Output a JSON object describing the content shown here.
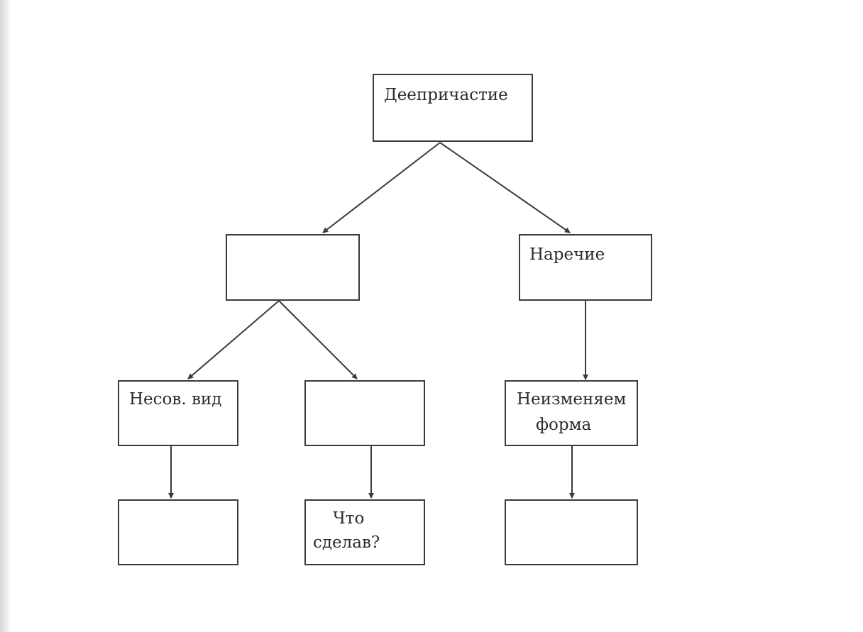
{
  "diagram": {
    "root": {
      "label": "Деепричастие"
    },
    "left_branch": {
      "label": "",
      "children": [
        {
          "label": "Несов. вид",
          "child_label": ""
        },
        {
          "label": "",
          "child_label_line1": "Что",
          "child_label_line2": "сделав?"
        }
      ]
    },
    "right_branch": {
      "label": "Наречие",
      "child_line1": "Неизменяем",
      "child_line2": "форма",
      "grandchild_label": ""
    },
    "colors": {
      "line": "#3a3a3a",
      "text": "#2a2a2a",
      "background": "#ffffff"
    }
  }
}
